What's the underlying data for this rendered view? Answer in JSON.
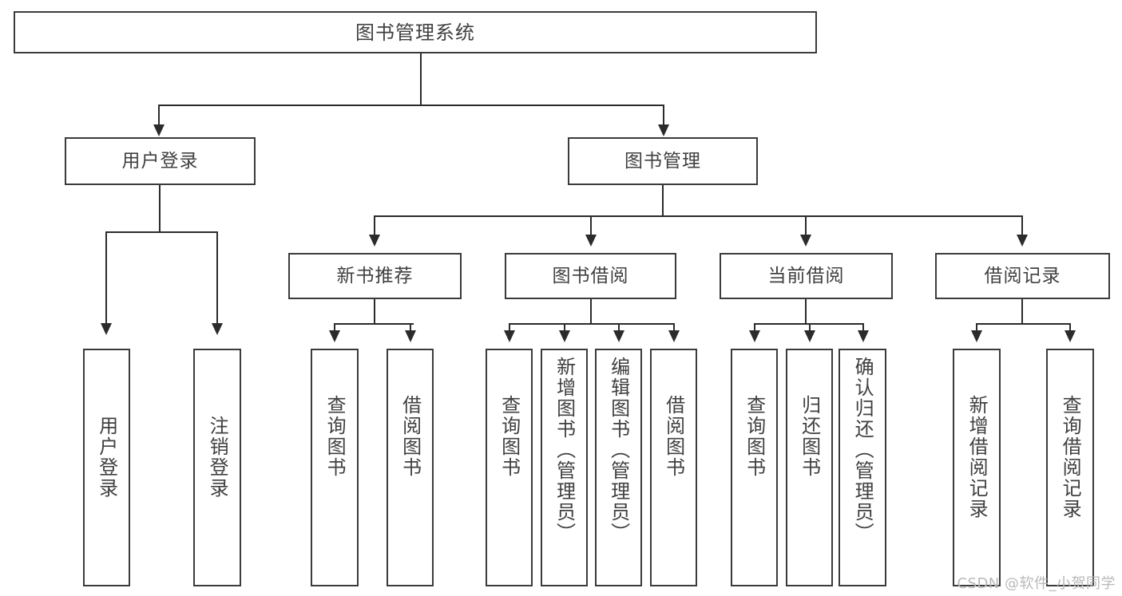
{
  "diagram": {
    "title": "图书管理系统",
    "watermark": "CSDN @软件_小贺同学",
    "type": "hierarchy-tree",
    "colors": {
      "box_border": "#3b3b3b",
      "connector": "#2b2b2b",
      "text": "#404040",
      "background": "#ffffff",
      "watermark": "#b9b9b9"
    },
    "levels": {
      "level1": [
        "图书管理系统"
      ],
      "level2": [
        "用户登录",
        "图书管理"
      ],
      "level3": [
        "新书推荐",
        "图书借阅",
        "当前借阅",
        "借阅记录"
      ],
      "level4": [
        "用户登录",
        "注销登录",
        "查询图书",
        "借阅图书",
        "查询图书",
        "新增图书（管理员）",
        "编辑图书（管理员）",
        "借阅图书",
        "查询图书",
        "归还图书",
        "确认归还（管理员）",
        "新增借阅记录",
        "查询借阅记录"
      ]
    },
    "nodes": {
      "root": "图书管理系统",
      "user_login": "用户登录",
      "book_manage": "图书管理",
      "new_book_rec": "新书推荐",
      "book_borrow": "图书借阅",
      "current_borrow": "当前借阅",
      "borrow_record": "借阅记录",
      "leaf_user_login": "用户登录",
      "leaf_logout": "注销登录",
      "leaf_query_book_1": "查询图书",
      "leaf_borrow_book_1": "借阅图书",
      "leaf_query_book_2": "查询图书",
      "leaf_add_book_admin": "新增图书（管理员）",
      "leaf_edit_book_admin": "编辑图书（管理员）",
      "leaf_borrow_book_2": "借阅图书",
      "leaf_query_book_3": "查询图书",
      "leaf_return_book": "归还图书",
      "leaf_confirm_return_admin": "确认归还（管理员）",
      "leaf_add_borrow_record": "新增借阅记录",
      "leaf_query_borrow_record": "查询借阅记录"
    }
  }
}
